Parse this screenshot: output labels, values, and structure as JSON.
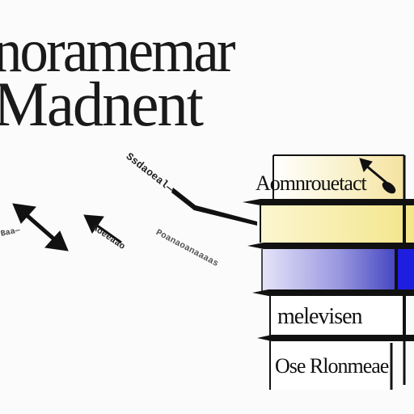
{
  "title": {
    "line1": "noramemar",
    "line2": "Madnent"
  },
  "layers": [
    {
      "label": "Aomnrouetact",
      "color": "#f6e8b0"
    },
    {
      "label": "",
      "color": "#f7efad"
    },
    {
      "label": "",
      "color": "#5a5ad2"
    },
    {
      "label": "melevisen",
      "color": "#ffffff"
    },
    {
      "label": "Ose Rlonmeae",
      "color": "#ffffff"
    }
  ],
  "scribbles": {
    "a": "Ssdaoeal—",
    "b": "Aoeeaao",
    "c": "Poanaoanaaaas",
    "d": "Baa—"
  },
  "colors": {
    "ink": "#111111",
    "accent_blue": "#1f1fd6",
    "accent_yellow": "#f6e27a"
  }
}
